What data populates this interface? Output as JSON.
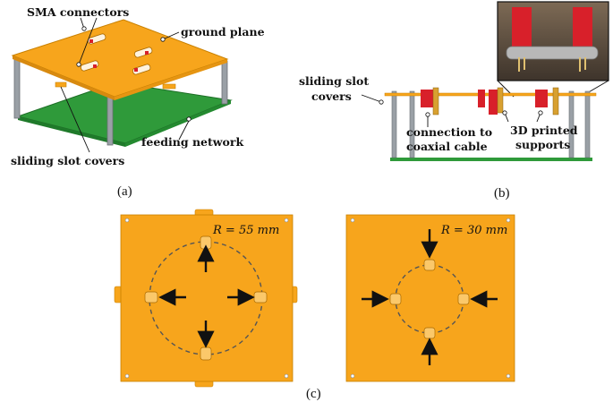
{
  "panel_a": {
    "labels": {
      "sma": "SMA connectors",
      "ground": "ground plane",
      "feeding": "feeding network",
      "sliding": "sliding slot covers"
    },
    "caption": "(a)"
  },
  "panel_b": {
    "labels": {
      "sliding_line1": "sliding slot",
      "sliding_line2": "covers",
      "coax_line1": "connection to",
      "coax_line2": "coaxial cable",
      "supports_line1": "3D printed",
      "supports_line2": "supports"
    },
    "caption": "(b)"
  },
  "panel_c": {
    "left_radius": "R = 55 mm",
    "right_radius": "R = 30 mm",
    "caption": "(c)"
  },
  "colors": {
    "plate": "#f7a51c",
    "plate_edge": "#c98000",
    "pcb": "#2f9a3a",
    "post": "#9aa0a6",
    "support": "#d8202a",
    "arrow": "#111111",
    "dashed": "#555555"
  }
}
